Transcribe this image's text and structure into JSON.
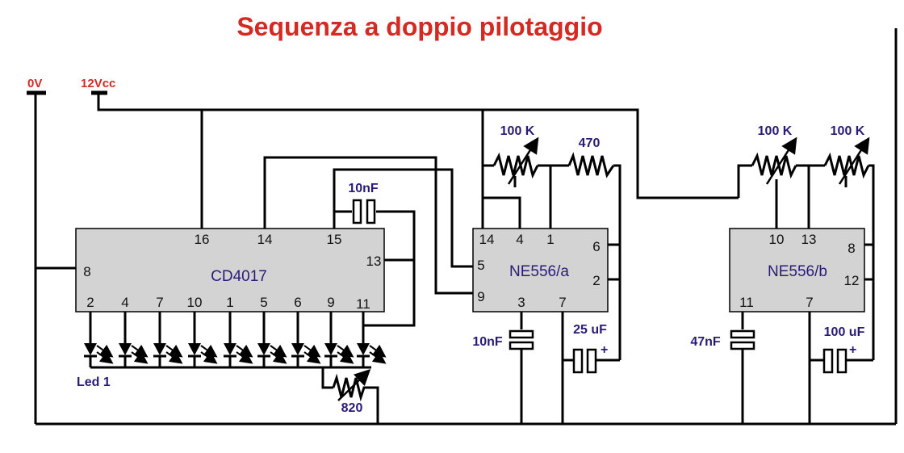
{
  "title": "Sequenza a doppio pilotaggio",
  "rails": {
    "ground": "0V",
    "supply": "12Vcc"
  },
  "colors": {
    "title": "#d42a22",
    "component_text": "#2a1a78",
    "chip_fill": "#d3d3d3",
    "wire": "#000000"
  },
  "chips": {
    "counter": {
      "name": "CD4017",
      "top_pins": [
        "16",
        "14",
        "15"
      ],
      "right_pin": "13",
      "left_pin": "8",
      "bottom_pins": [
        "2",
        "4",
        "7",
        "10",
        "1",
        "5",
        "6",
        "9",
        "11"
      ]
    },
    "timer_a": {
      "name": "NE556/a",
      "top_pins": [
        "14",
        "4",
        "1"
      ],
      "left_pins": [
        "5",
        "9"
      ],
      "right_pins": [
        "6",
        "2"
      ],
      "bottom_pins": [
        "3",
        "7"
      ]
    },
    "timer_b": {
      "name": "NE556/b",
      "top_pins": [
        "10",
        "13"
      ],
      "right_pins": [
        "8",
        "12"
      ],
      "bottom_pins": [
        "11",
        "7"
      ]
    }
  },
  "components": {
    "cap_counter": "10nF",
    "led_label": "Led 1",
    "resistor_led": "820",
    "pot_a": "100 K",
    "res_a": "470",
    "cap_a_timing": "10nF",
    "cap_a_elec": "25 uF",
    "pot_b1": "100 K",
    "pot_b2": "100 K",
    "cap_b_timing": "47nF",
    "cap_b_elec": "100 uF"
  }
}
